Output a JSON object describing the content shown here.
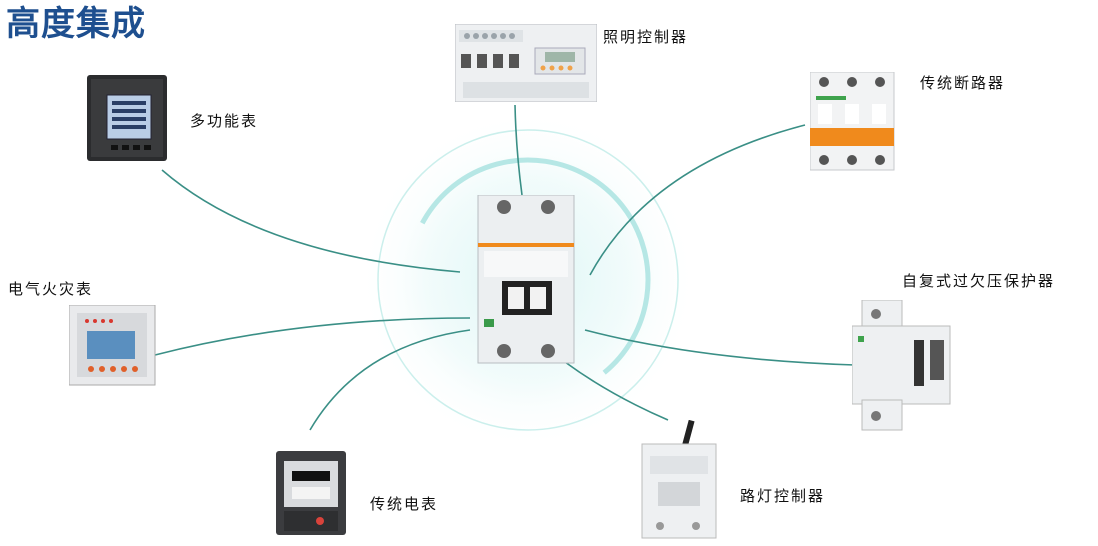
{
  "title": "高度集成",
  "devices": {
    "lighting_controller": "照明控制器",
    "multifunction_meter": "多功能表",
    "traditional_breaker": "传统断路器",
    "electrical_fire_meter": "电气火灾表",
    "auto_reset_protector": "自复式过欠压保护器",
    "traditional_meter": "传统电表",
    "streetlight_controller": "路灯控制器"
  },
  "colors": {
    "title": "#1e4f8f",
    "connector": "#3a8f86",
    "breaker_orange": "#f08a1c",
    "glow": "#7fd6d2"
  }
}
